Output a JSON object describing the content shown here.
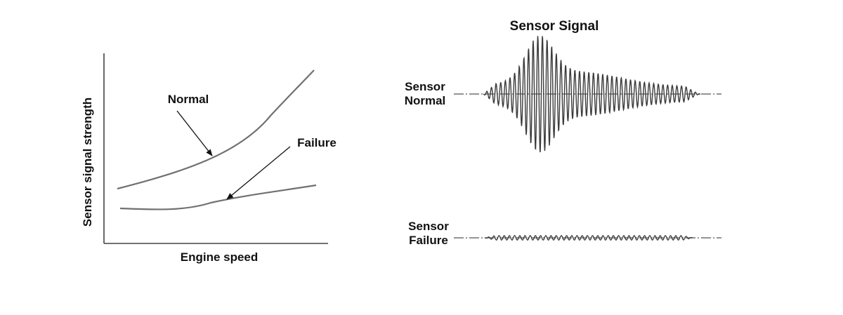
{
  "left_graph": {
    "y_axis_label": "Sensor signal strength",
    "x_axis_label": "Engine speed",
    "curve_normal_label": "Normal",
    "curve_failure_label": "Failure"
  },
  "right_graph": {
    "title": "Sensor Signal",
    "normal_label_line1": "Sensor",
    "normal_label_line2": "Normal",
    "failure_label_line1": "Sensor",
    "failure_label_line2": "Failure"
  },
  "colors": {
    "axis": "#444444",
    "curve": "#707070",
    "waveform": "#3a3a3a",
    "text": "#111111"
  }
}
